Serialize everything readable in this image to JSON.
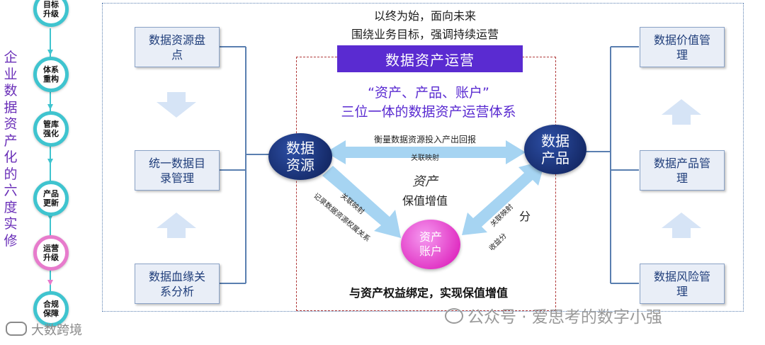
{
  "left_title": "企业数据资产化的六度实修",
  "steps": [
    {
      "label": "目标升级"
    },
    {
      "label": "体系重构"
    },
    {
      "label": "管库强化"
    },
    {
      "label": "产品更新"
    },
    {
      "label": "运营升级"
    },
    {
      "label": "合规保障"
    }
  ],
  "top_text": {
    "line1": "以终为始，面向未来",
    "line2": "围绕业务目标，强调持续运营"
  },
  "header": "数据资产运营",
  "subtitle": {
    "line1": "“资产、产品、账户”",
    "line2": "三位一体的数据资产运营体系"
  },
  "left_boxes": [
    {
      "label": "数据资源盘点"
    },
    {
      "label": "统一数据目录管理"
    },
    {
      "label": "数据血缘关系分析"
    }
  ],
  "right_boxes": [
    {
      "label": "数据价值管理"
    },
    {
      "label": "数据产品管理"
    },
    {
      "label": "数据风险管理"
    }
  ],
  "nodes": {
    "resource": "数据资源",
    "product": "数据产品",
    "account": "资产账户"
  },
  "center": {
    "arrow_top_label": "衡量数据资源投入产出回报",
    "arrow_sub_label": "关联映射",
    "asset": "资产",
    "value": "保值增值",
    "left_diag_1": "关联映射",
    "left_diag_2": "记录数据资源权属关系",
    "right_diag_1": "关联映射",
    "right_diag_2": "收益分",
    "right_diag_2_tail": "分",
    "bottom": "与资产权益绑定，实现保值增值"
  },
  "watermarks": {
    "brand": "公众号 · 爱思考的数字小强",
    "corner": "大数跨境"
  },
  "colors": {
    "purple_title": "#6a2fb8",
    "header_bg": "#5a2bd1",
    "node_navy": "#1d3a8a",
    "node_pink": "#e94fd2",
    "teal": "#3fc4cf"
  }
}
